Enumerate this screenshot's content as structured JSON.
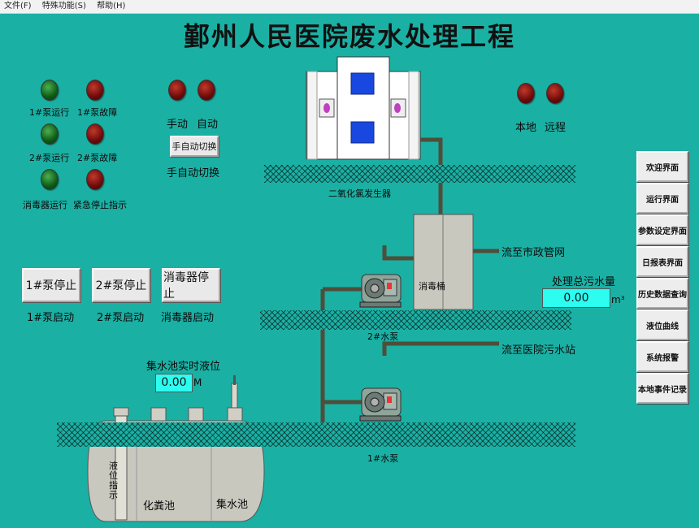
{
  "menu": [
    "文件(F)",
    "特殊功能(S)",
    "帮助(H)"
  ],
  "title": "鄞州人民医院废水处理工程",
  "indicators": [
    {
      "label": "1#泵运行",
      "color": "green"
    },
    {
      "label": "1#泵故障",
      "color": "red"
    },
    {
      "label": "2#泵运行",
      "color": "green"
    },
    {
      "label": "2#泵故障",
      "color": "red"
    },
    {
      "label": "消毒器运行",
      "color": "green"
    },
    {
      "label": "紧急停止指示",
      "color": "red"
    }
  ],
  "mode": {
    "manual": "手动",
    "auto": "自动",
    "switch_button": "手自动切换",
    "switch_label": "手自动切换"
  },
  "site": {
    "local": "本地",
    "remote": "远程"
  },
  "buttons": {
    "pump1": {
      "label": "1#泵停止",
      "status": "1#泵启动"
    },
    "pump2": {
      "label": "2#泵停止",
      "status": "2#泵启动"
    },
    "disinfector": {
      "label": "消毒器停止",
      "status": "消毒器启动"
    }
  },
  "nav": [
    "欢迎界面",
    "运行界面",
    "参数设定界面",
    "日报表界面",
    "历史数据查询",
    "液位曲线",
    "系统报警",
    "本地事件记录"
  ],
  "level": {
    "label": "集水池实时液位",
    "value": "0.00",
    "unit": "M"
  },
  "flow": {
    "label": "处理总污水量",
    "value": "0.00",
    "unit": "m³"
  },
  "diagram": {
    "generator": "二氧化氯发生器",
    "tank": "消毒桶",
    "outlet_city": "流至市政管网",
    "outlet_hospital": "流至医院污水站",
    "pump2": "2#水泵",
    "pump1": "1#水泵",
    "level_indicator": "液位指示",
    "septic": "化粪池",
    "collection": "集水池"
  }
}
